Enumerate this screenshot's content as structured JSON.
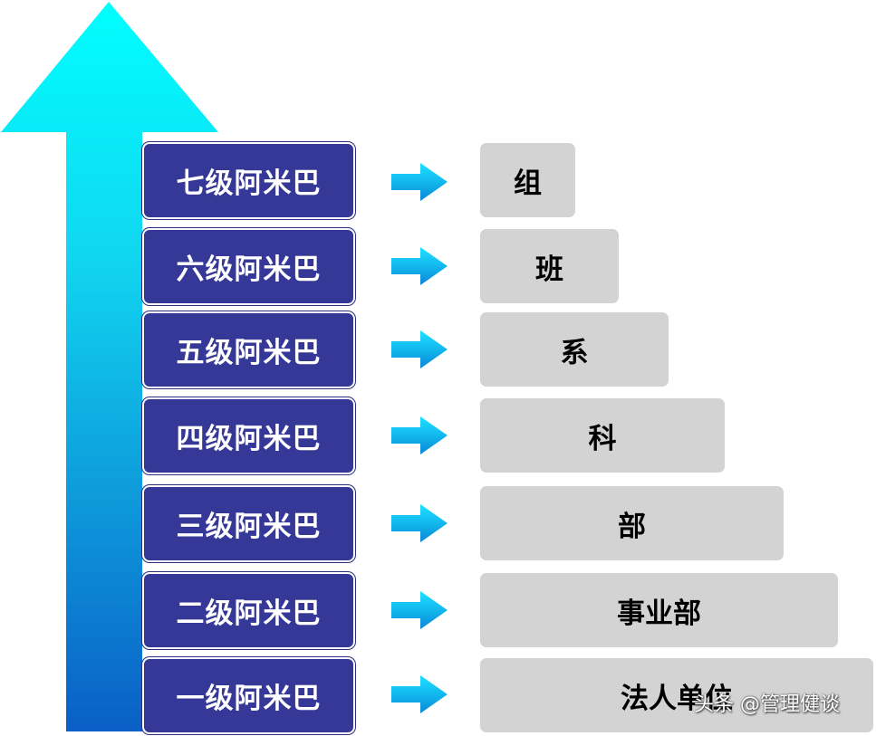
{
  "levels": [
    {
      "amoeba": "七级阿米巴",
      "unit": "组"
    },
    {
      "amoeba": "六级阿米巴",
      "unit": "班"
    },
    {
      "amoeba": "五级阿米巴",
      "unit": "系"
    },
    {
      "amoeba": "四级阿米巴",
      "unit": "科"
    },
    {
      "amoeba": "三级阿米巴",
      "unit": "部"
    },
    {
      "amoeba": "二级阿米巴",
      "unit": "事业部"
    },
    {
      "amoeba": "一级阿米巴",
      "unit": "法人单位"
    }
  ],
  "watermark": "头条 @管理健谈",
  "colors": {
    "level_box": "#353896",
    "unit_box": "#d3d3d3",
    "arrow_top": "#00ffff",
    "arrow_bottom": "#0a5fc6"
  }
}
